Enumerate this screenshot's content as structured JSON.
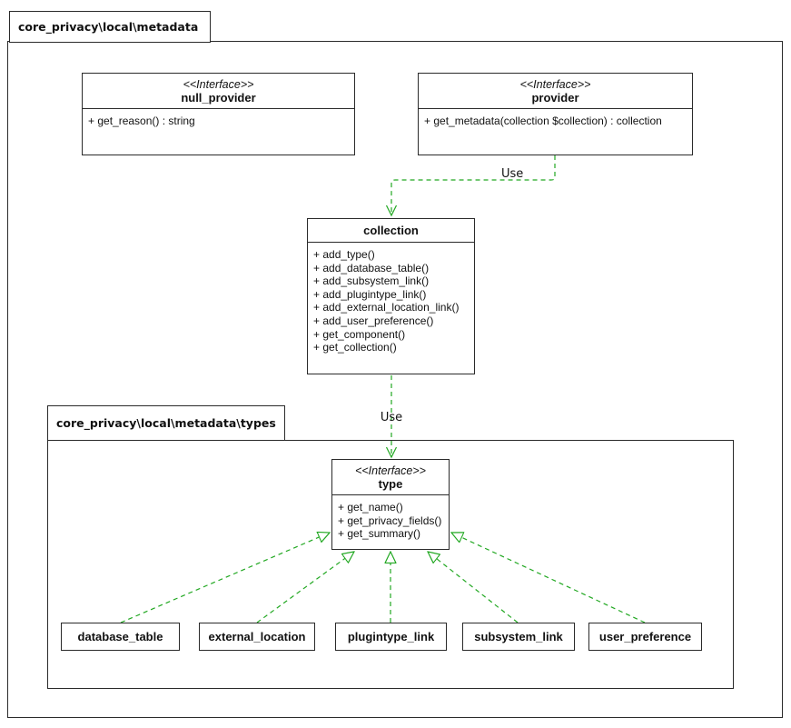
{
  "frames": {
    "outer": {
      "label": "core_privacy\\local\\metadata"
    },
    "inner": {
      "label": "core_privacy\\local\\metadata\\types"
    }
  },
  "classes": {
    "null_provider": {
      "stereotype": "<<Interface>>",
      "name": "null_provider",
      "methods": [
        "+ get_reason() : string"
      ]
    },
    "provider": {
      "stereotype": "<<Interface>>",
      "name": "provider",
      "methods": [
        "+ get_metadata(collection $collection) : collection"
      ]
    },
    "collection": {
      "name": "collection",
      "methods": [
        "+ add_type()",
        "+ add_database_table()",
        "+ add_subsystem_link()",
        "+ add_plugintype_link()",
        "+ add_external_location_link()",
        "+ add_user_preference()",
        "+ get_component()",
        "+ get_collection()"
      ]
    },
    "type": {
      "stereotype": "<<Interface>>",
      "name": "type",
      "methods": [
        "+ get_name()",
        "+ get_privacy_fields()",
        "+ get_summary()"
      ]
    },
    "database_table": {
      "name": "database_table"
    },
    "external_location": {
      "name": "external_location"
    },
    "plugintype_link": {
      "name": "plugintype_link"
    },
    "subsystem_link": {
      "name": "subsystem_link"
    },
    "user_preference": {
      "name": "user_preference"
    }
  },
  "labels": {
    "use_provider_collection": "Use",
    "use_collection_type": "Use"
  },
  "colors": {
    "arrow_green": "#22a822",
    "line": "#2a2a2a",
    "text": "#111111",
    "background": "#ffffff"
  }
}
